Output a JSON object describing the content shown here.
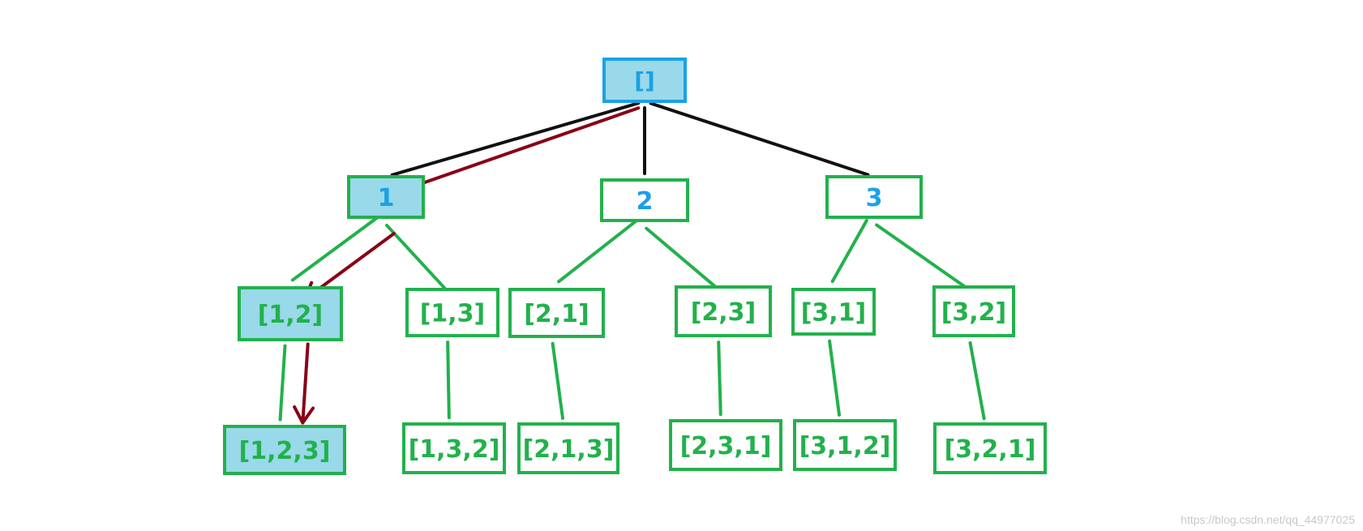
{
  "colors": {
    "green": "#22b14c",
    "blue": "#1aa1e6",
    "fill_highlight": "#99d9ea",
    "edge_black": "#111111",
    "arrow_red": "#880015"
  },
  "nodes": [
    {
      "id": "root",
      "label": "[]",
      "highlighted": true,
      "border": "blue",
      "text": "blue"
    },
    {
      "id": "n1",
      "label": "1",
      "highlighted": true,
      "border": "green",
      "text": "blue"
    },
    {
      "id": "n2",
      "label": "2",
      "highlighted": false,
      "border": "green",
      "text": "blue"
    },
    {
      "id": "n3",
      "label": "3",
      "highlighted": false,
      "border": "green",
      "text": "blue"
    },
    {
      "id": "n12",
      "label": "[1,2]",
      "highlighted": true,
      "border": "green",
      "text": "green"
    },
    {
      "id": "n13",
      "label": "[1,3]",
      "highlighted": false,
      "border": "green",
      "text": "green"
    },
    {
      "id": "n21",
      "label": "[2,1]",
      "highlighted": false,
      "border": "green",
      "text": "green"
    },
    {
      "id": "n23",
      "label": "[2,3]",
      "highlighted": false,
      "border": "green",
      "text": "green"
    },
    {
      "id": "n31",
      "label": "[3,1]",
      "highlighted": false,
      "border": "green",
      "text": "green"
    },
    {
      "id": "n32",
      "label": "[3,2]",
      "highlighted": false,
      "border": "green",
      "text": "green"
    },
    {
      "id": "n123",
      "label": "[1,2,3]",
      "highlighted": true,
      "border": "green",
      "text": "green"
    },
    {
      "id": "n132",
      "label": "[1,3,2]",
      "highlighted": false,
      "border": "green",
      "text": "green"
    },
    {
      "id": "n213",
      "label": "[2,1,3]",
      "highlighted": false,
      "border": "green",
      "text": "green"
    },
    {
      "id": "n231",
      "label": "[2,3,1]",
      "highlighted": false,
      "border": "green",
      "text": "green"
    },
    {
      "id": "n312",
      "label": "[3,1,2]",
      "highlighted": false,
      "border": "green",
      "text": "green"
    },
    {
      "id": "n321",
      "label": "[3,2,1]",
      "highlighted": false,
      "border": "green",
      "text": "green"
    }
  ],
  "edges": [
    {
      "from": "root",
      "to": "n1",
      "color": "edge_black"
    },
    {
      "from": "root",
      "to": "n2",
      "color": "edge_black"
    },
    {
      "from": "root",
      "to": "n3",
      "color": "edge_black"
    },
    {
      "from": "n1",
      "to": "n12",
      "color": "green"
    },
    {
      "from": "n1",
      "to": "n13",
      "color": "green"
    },
    {
      "from": "n2",
      "to": "n21",
      "color": "green"
    },
    {
      "from": "n2",
      "to": "n23",
      "color": "green"
    },
    {
      "from": "n3",
      "to": "n31",
      "color": "green"
    },
    {
      "from": "n3",
      "to": "n32",
      "color": "green"
    },
    {
      "from": "n12",
      "to": "n123",
      "color": "green"
    },
    {
      "from": "n13",
      "to": "n132",
      "color": "green"
    },
    {
      "from": "n21",
      "to": "n213",
      "color": "green"
    },
    {
      "from": "n23",
      "to": "n231",
      "color": "green"
    },
    {
      "from": "n31",
      "to": "n312",
      "color": "green"
    },
    {
      "from": "n32",
      "to": "n321",
      "color": "green"
    }
  ],
  "path_arrows": [
    {
      "from": "root",
      "to": "n1",
      "color": "arrow_red"
    },
    {
      "from": "n1",
      "to": "n12",
      "color": "arrow_red"
    },
    {
      "from": "n12",
      "to": "n123",
      "color": "arrow_red"
    }
  ],
  "watermark": "https://blog.csdn.net/qq_44977025"
}
